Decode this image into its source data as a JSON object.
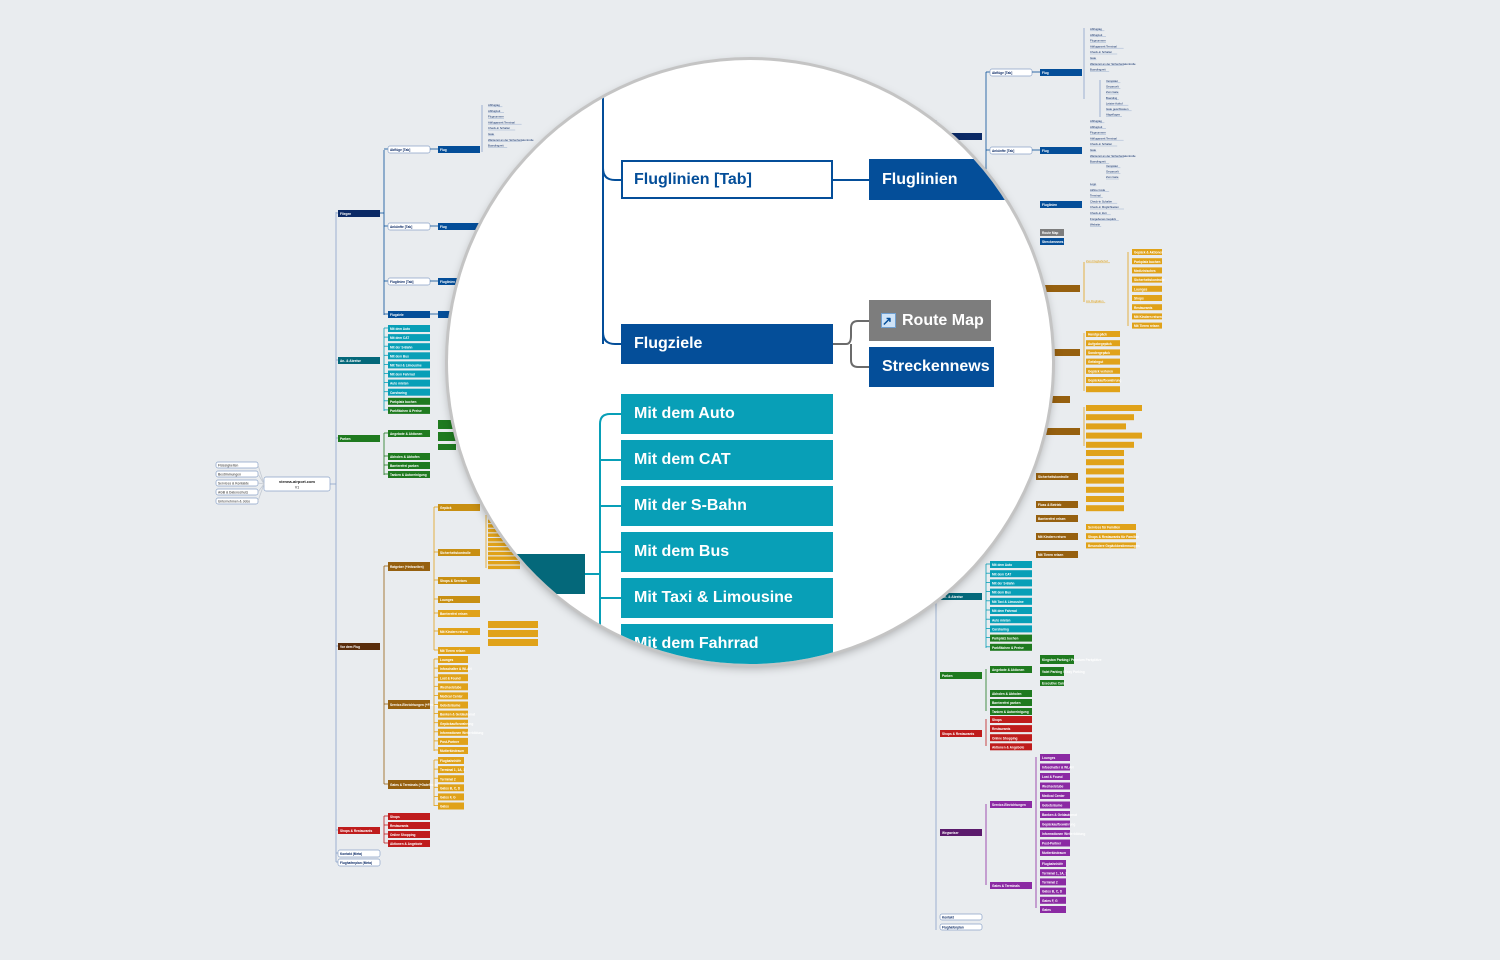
{
  "background": {
    "root": {
      "title": "vienna-airport.com",
      "version": "V1"
    },
    "colors": {
      "blue": "#044e99",
      "navy": "#0b2a66",
      "teal": "#089fb7",
      "dark_teal": "#04687a",
      "green": "#1f7a1f",
      "orange": "#e0a219",
      "brown": "#96600f",
      "dark_brown": "#5a2d0c",
      "red": "#bf1c1c",
      "purple": "#8b2aa3",
      "dark_purple": "#5b1a6c",
      "gray": "#7d7d7d"
    },
    "left_branches": [
      {
        "label": "Fliegen",
        "color": "#0b2a66",
        "children": [
          {
            "label": "Abflüge [Tab]",
            "style": "outline"
          },
          {
            "label": "Ankünfte [Tab]",
            "style": "outline"
          },
          {
            "label": "Fluglinien [Tab]",
            "style": "outline"
          },
          {
            "label": "Flugziele",
            "style": "blue"
          }
        ]
      },
      {
        "label": "An- & Abreise",
        "color": "#04687a",
        "children": [
          {
            "label": "Mit dem Auto"
          },
          {
            "label": "Mit dem CAT"
          },
          {
            "label": "Mit der S-Bahn"
          },
          {
            "label": "Mit dem Bus"
          },
          {
            "label": "Mit Taxi & Limousine"
          },
          {
            "label": "Mit dem Fahrrad"
          },
          {
            "label": "Auto mieten"
          },
          {
            "label": "Carsharing"
          },
          {
            "label": "Parkplatz buchen",
            "color": "#1f7a1f"
          },
          {
            "label": "Parkflächen & Preise",
            "color": "#1f7a1f"
          }
        ]
      },
      {
        "label": "Parken",
        "color": "#1f7a1f",
        "children": [
          {
            "label": "Angebote & Aktionen"
          },
          {
            "label": "Abholen & Abhofen"
          },
          {
            "label": "Barrierefrei parken"
          },
          {
            "label": "Tanken & Autoreinigung"
          }
        ]
      },
      {
        "label": "Vor dem Flug",
        "color": "#5a2d0c",
        "children": [
          {
            "label": "Ratgeber (+Infoseiten)"
          },
          {
            "label": "Service-Einrichtungen (+Finder)"
          },
          {
            "label": "Gates & Terminals (+Gatefinder)"
          }
        ]
      },
      {
        "label": "Shops & Restaurants",
        "color": "#bf1c1c",
        "children": [
          {
            "label": "Shops"
          },
          {
            "label": "Restaurants"
          },
          {
            "label": "Online Shopping"
          },
          {
            "label": "Aktionen & Angebote"
          }
        ]
      },
      {
        "label": "Kontakt (Meta)",
        "color": "#ffffff"
      },
      {
        "label": "Flughafenplan (Meta)",
        "color": "#ffffff"
      }
    ],
    "left_leaf_labels": {
      "fliegen": [
        "Abflugtag",
        "Abflugzeit",
        "Flugnummer",
        "Abfluganzeit Terminal",
        "Check-in Schalter",
        "Gate",
        "Wartezeit an der Sicherheitskontrolle",
        "Boardingzeit"
      ],
      "ratgeber": [
        "Gepäck",
        "Sicherheitskontrolle",
        "Shops & Services",
        "Lounges",
        "Barrierefrei reisen",
        "Mit Kindern reisen",
        "Mit Tieren reisen"
      ],
      "service": [
        "Lounges",
        "Infoschalter & WLAN",
        "Lost & Found",
        "Wechselstube",
        "Medical Center",
        "Gebetsräume",
        "Banken & Geldautomat",
        "Gepäckaufbewahrung",
        "Informationen Weiterbildung",
        "Post-Partner",
        "Mutterkindraum"
      ],
      "gates": [
        "Flugbahnhöfe",
        "Terminal 1, 1A, 3",
        "Terminal 2",
        "Gates B, C, D",
        "Gates F, G",
        "Gates"
      ]
    },
    "side_menu": [
      "Flüssigkeiten",
      "Bestimmungen",
      "Services & Kontakte",
      "AGB & Datenschutz",
      "Unternehmen & Jobs"
    ],
    "right_branches": [
      {
        "label": "Abflüge [Tab]",
        "leaf": "Flug"
      },
      {
        "label": "Ankünfte [Tab]",
        "leaf": "Flug"
      },
      {
        "label": "Fluglinien [Tab]",
        "leaf": "Fluglinien"
      },
      {
        "label": "Route Map"
      },
      {
        "label": "Streckennews"
      },
      {
        "label": "An- & Abreise"
      },
      {
        "label": "Parken"
      },
      {
        "label": "Shops & Restaurants"
      },
      {
        "label": "Wegweiser"
      },
      {
        "label": "Kontakt"
      },
      {
        "label": "Flughafenplan"
      }
    ],
    "right_leaf_labels": {
      "flug": [
        "Abflugtag",
        "Abflugzeit",
        "Flugnummer",
        "Abfluganzeit Terminal",
        "Check-in Schalter",
        "Gate",
        "Wartezeit an der Sicherheitskontrolle",
        "Boardingzeit"
      ],
      "status": [
        "Verspätet",
        "Gecancelt",
        "Zum Gate",
        "Boarding",
        "Letzter Aufruf",
        "Gate geschlossen",
        "Abgeflogen"
      ],
      "fluglinien": [
        "Logo",
        "Airline Code",
        "Terminal",
        "Check-in Schalter",
        "Check-in Möglichkeiten",
        "Check-in Zeit",
        "Freigebenes Gepäck",
        "Website"
      ],
      "gepaeck": [
        "Handgepäck",
        "Aufgabegepäck",
        "Sondergepäck",
        "Gefahrgut",
        "Gepäck verloren",
        "Gepäckaufbewahrung"
      ],
      "orange_groups": [
        "Gepäck & Aktionen",
        "Parkplatz buchen",
        "Medizinisches",
        "Sicherheitskontrolle",
        "Lounges",
        "Shops",
        "Restaurants",
        "Mit Kindern reisen",
        "Mit Tieren reisen",
        "Barrierefrei reisen",
        "Services für Familien",
        "Shops & Restaurants für Familien",
        "Besondere Gepäckbestimmungen"
      ],
      "an_abreise": [
        "Mit dem Auto",
        "Mit dem CAT",
        "Mit der S-Bahn",
        "Mit dem Bus",
        "Mit Taxi & Limousine",
        "Mit dem Fahrrad",
        "Auto mieten",
        "Carsharing",
        "Parkplatz buchen",
        "Parkflächen & Preise"
      ],
      "parken": [
        "Angebote & Aktionen",
        "Kingston Parking / Premium Parkplätze",
        "Valet Parking / Easy Parking",
        "Executive Card",
        "Abholen & Abholen",
        "Barrierefrei parken",
        "Tanken & Autoreinigung"
      ],
      "shops": [
        "Shops",
        "Restaurants",
        "Online Shopping",
        "Aktionen & Angebote"
      ],
      "wegweiser": [
        "Service-Einrichtungen",
        "Gates & Terminals",
        "Lounges",
        "Infoschalter & WLAN",
        "Lost & Found",
        "Wechselstube",
        "Medical Center",
        "Gebetsräume",
        "Banken & Geldautomat",
        "Gepäckaufbewahrung",
        "Informationen Weiterbildung",
        "Post-Partner",
        "Mutterkindraum",
        "Flugbahnhöfe",
        "Terminal 1, 1A, 3",
        "Terminal 2",
        "Gates B, C, D",
        "Gates F, G",
        "Gates"
      ]
    }
  },
  "zoom": {
    "fluglinien_tab": "Fluglinien [Tab]",
    "fluglinien": "Fluglinien",
    "flugziele": "Flugziele",
    "route_map": "Route Map",
    "route_map_icon": "external-link-icon",
    "streckennews": "Streckennews",
    "transport": [
      "Mit dem Auto",
      "Mit dem CAT",
      "Mit der S-Bahn",
      "Mit dem Bus",
      "Mit Taxi & Limousine",
      "Mit dem Fahrrad"
    ]
  }
}
